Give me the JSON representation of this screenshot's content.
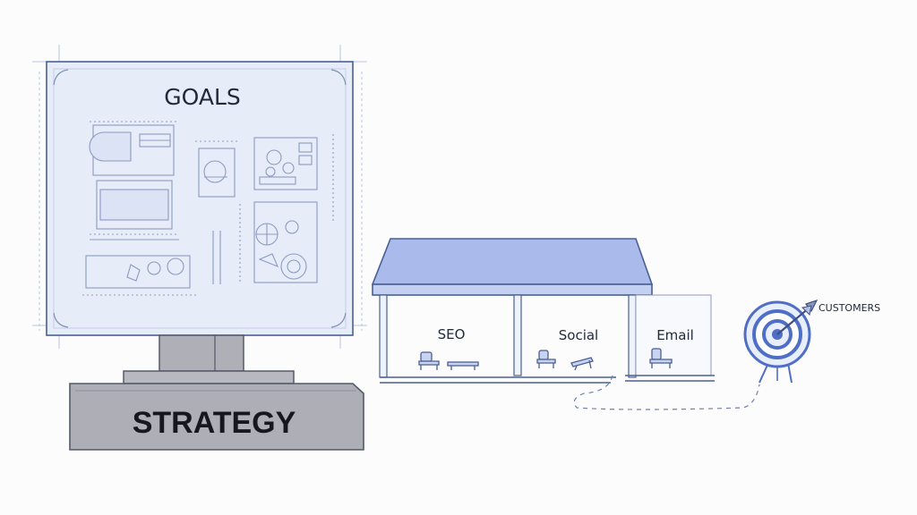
{
  "goals_panel": {
    "title": "GOALS"
  },
  "pedestal": {
    "label": "STRATEGY"
  },
  "channels_building": {
    "rooms": [
      {
        "label": "SEO"
      },
      {
        "label": "Social"
      },
      {
        "label": "Email"
      }
    ]
  },
  "target": {
    "label": "CUSTOMERS",
    "icon": "target-icon"
  },
  "colors": {
    "line": "#4a5f95",
    "panel_fill": "#e6edf9",
    "roof_fill": "#a9baeb",
    "pedestal_fill": "#adaeb6",
    "target_ring": "#4f6fc7"
  }
}
